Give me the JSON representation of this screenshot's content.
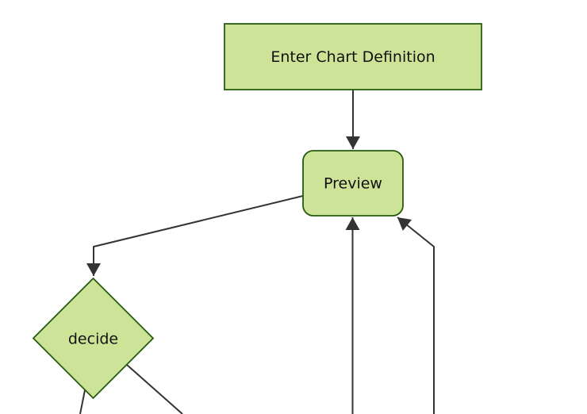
{
  "diagram": {
    "type": "flowchart",
    "direction": "top-down",
    "background": "#ffffff",
    "colors": {
      "node_fill": "#cde498",
      "node_border": "#265c10",
      "edge": "#333333",
      "text": "#111111"
    },
    "nodes": [
      {
        "id": "enter-chart-definition",
        "shape": "rectangle",
        "label": "Enter Chart Definition"
      },
      {
        "id": "preview",
        "shape": "rounded-rectangle",
        "label": "Preview"
      },
      {
        "id": "decide",
        "shape": "diamond",
        "label": "decide"
      }
    ],
    "edges": [
      {
        "from": "enter-chart-definition",
        "to": "preview",
        "arrowhead": true
      },
      {
        "from": "preview",
        "to": "decide",
        "arrowhead": true
      },
      {
        "from": "decide",
        "to": "offscreen-bottom-left",
        "arrowhead": false
      },
      {
        "from": "decide",
        "to": "offscreen-bottom-right",
        "arrowhead": false
      },
      {
        "from": "offscreen-bottom-center",
        "to": "preview",
        "arrowhead": true
      },
      {
        "from": "offscreen-bottom-right",
        "to": "preview",
        "arrowhead": true
      }
    ]
  }
}
